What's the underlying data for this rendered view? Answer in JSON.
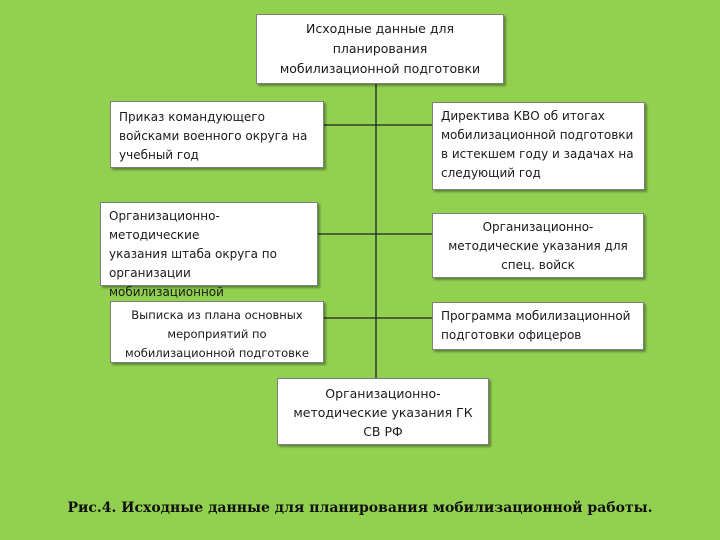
{
  "boxes": {
    "top": "Исходные данные для\nпланирования\nмобилизационной  подготовки",
    "left1": "Приказ командующего\nвойсками военного округа на\nучебный год",
    "right1": "Директива КВО об итогах\nмобилизационной подготовки\nв истекшем году и задачах на\nследующий  год",
    "left2": "Организационно-методические\nуказания штаба округа по\nорганизации мобилизационной\nподготовки",
    "right2": "Организационно-\nметодические указания для\nспец. войск",
    "left3": "Выписка из плана основных\nмероприятий по\nмобилизационной  подготовке",
    "right3": "Программа мобилизационной\nподготовки  офицеров",
    "bottom": "Организационно-\nметодические  указания  ГК\nСВ РФ"
  },
  "caption": "Рис.4. Исходные данные для планирования мобилизационной работы."
}
